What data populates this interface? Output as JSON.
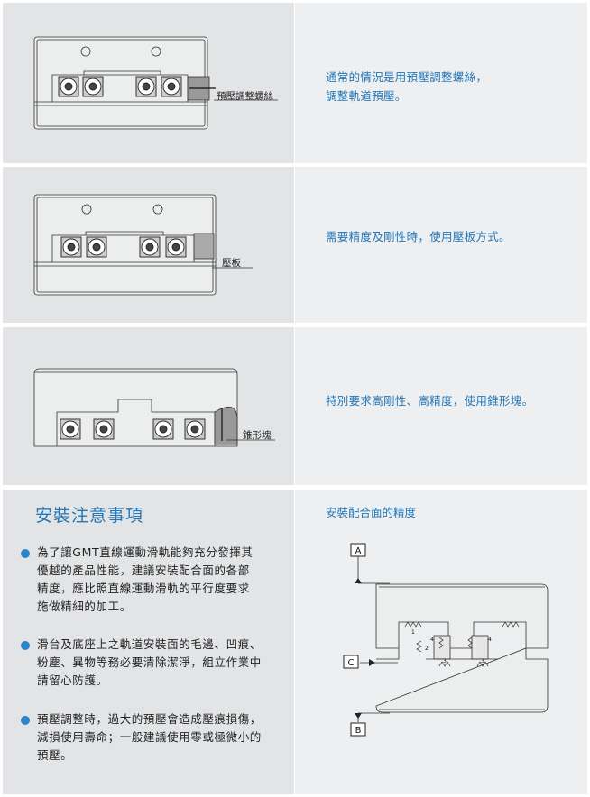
{
  "panel1": {
    "label": "預壓調整螺絲",
    "desc_lines": [
      "通常的情況是用預壓調整螺絲，",
      "調整軌道預壓。"
    ]
  },
  "panel2": {
    "label": "壓板",
    "desc_lines": [
      "需要精度及剛性時，使用壓板方式。"
    ]
  },
  "panel3": {
    "label": "錐形塊",
    "desc_lines": [
      "特別要求高剛性、高精度，使用錐形塊。"
    ]
  },
  "notes": {
    "title": "安裝注意事項",
    "bullets": [
      [
        "為了讓GMT直線運動滑軌能夠充分發揮其",
        "優越的產品性能，建議安裝配合面的各部",
        "精度，應比照直線運動滑軌的平行度要求",
        "施做精細的加工。"
      ],
      [
        "滑台及底座上之軌道安裝面的毛邊、凹痕、",
        "粉塵、異物等務必要清除潔淨，組立作業中",
        "請留心防護。"
      ],
      [
        "預壓調整時，過大的預壓會造成壓痕損傷，",
        "減損使用壽命；一般建議使用零或極微小的",
        "預壓。"
      ]
    ]
  },
  "precision": {
    "title": "安裝配合面的精度",
    "datum_a": "A",
    "datum_b": "B",
    "datum_c": "C",
    "marks": [
      "1",
      "2",
      "3",
      "3",
      "4",
      "4"
    ]
  },
  "colors": {
    "accent": "#2277b8",
    "bullet": "#2a86cc",
    "panel_left": "#e3e4e6",
    "panel_right": "#eeeff0"
  }
}
